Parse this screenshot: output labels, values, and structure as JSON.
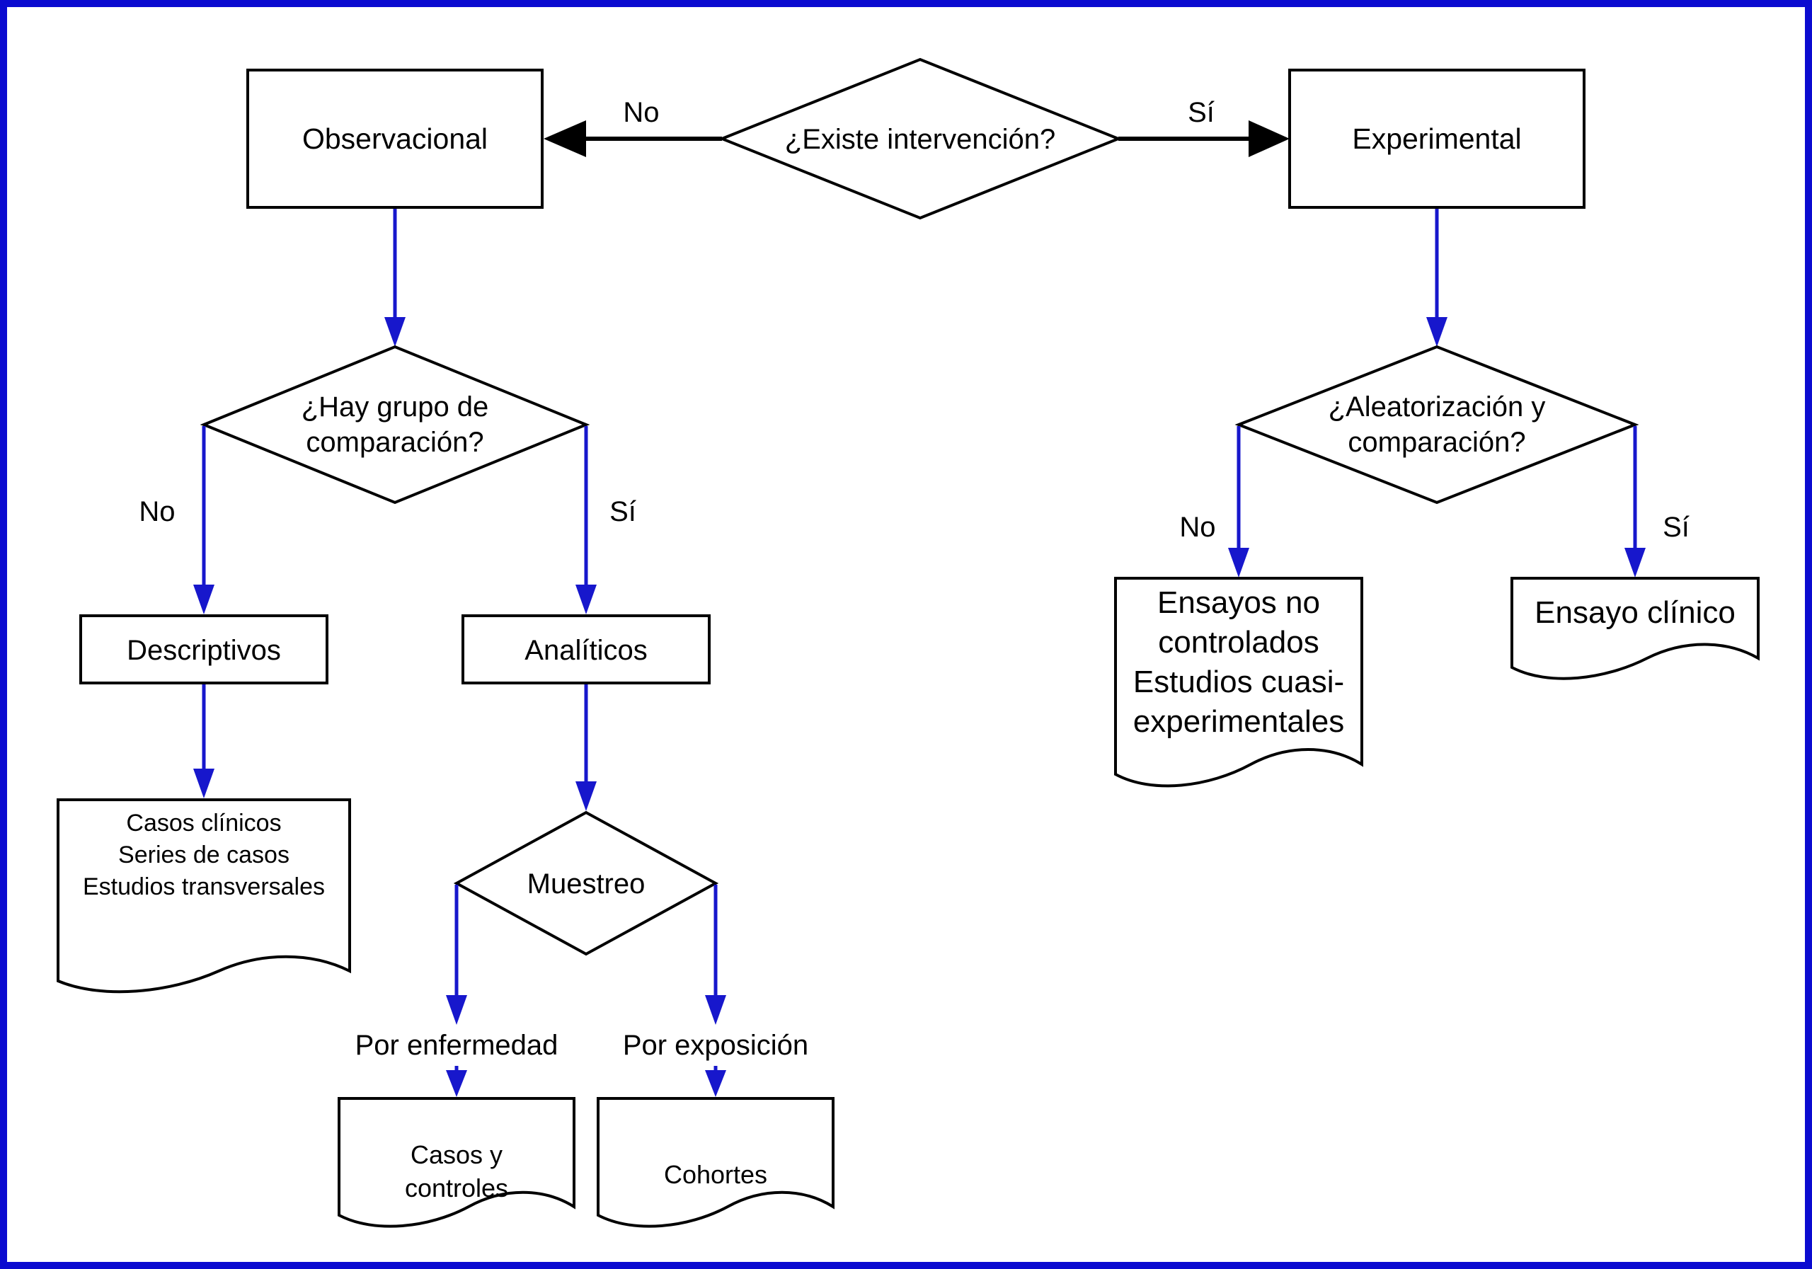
{
  "diagram": {
    "title": "Clasificación de estudios epidemiológicos (flujograma)",
    "colors": {
      "arrow_blue": "#1717cc",
      "border_blue": "#0b0bd0",
      "shape_stroke": "#000000",
      "background": "#ffffff"
    },
    "nodes": {
      "observacional": {
        "label": "Observacional"
      },
      "experimental": {
        "label": "Experimental"
      },
      "existe_intervencion": {
        "label": "¿Existe intervención?"
      },
      "hay_grupo": {
        "line1": "¿Hay grupo de",
        "line2": "comparación?"
      },
      "aleatorizacion": {
        "line1": "¿Aleatorización y",
        "line2": "comparación?"
      },
      "descriptivos": {
        "label": "Descriptivos"
      },
      "analiticos": {
        "label": "Analíticos"
      },
      "muestreo": {
        "label": "Muestreo"
      },
      "doc_descriptivos": {
        "line1": "Casos clínicos",
        "line2": "Series de casos",
        "line3": "Estudios transversales"
      },
      "doc_ensayos": {
        "line1": "Ensayos no",
        "line2": "controlados",
        "line3": "Estudios cuasi-",
        "line4": "experimentales"
      },
      "doc_ensayo_clinico": {
        "label": "Ensayo clínico"
      },
      "doc_casos_controles": {
        "line1": "Casos y",
        "line2": "controles"
      },
      "doc_cohortes": {
        "label": "Cohortes"
      }
    },
    "edge_labels": {
      "no_intervencion": "No",
      "si_intervencion": "Sí",
      "no_grupo": "No",
      "si_grupo": "Sí",
      "no_aleatorizacion": "No",
      "si_aleatorizacion": "Sí",
      "por_enfermedad": "Por enfermedad",
      "por_exposicion": "Por exposición"
    }
  }
}
